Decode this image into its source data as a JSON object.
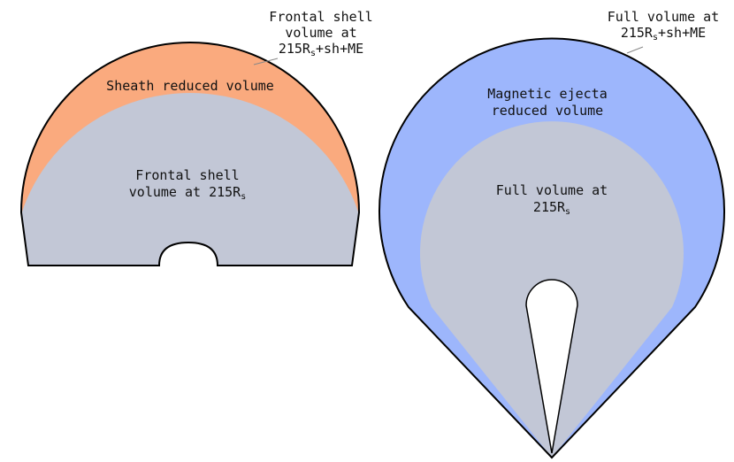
{
  "colors": {
    "sheath": "#FAAA7E",
    "ejecta": "#9DB6FC",
    "core": "#C2C7D6",
    "outline": "#000000",
    "leader": "#888888"
  },
  "left_diagram": {
    "callout_line1": "Frontal shell",
    "callout_line2": "volume at",
    "callout_line3_main": "215R",
    "callout_line3_sub": "s",
    "callout_line3_tail": "+sh+ME",
    "sheath_label": "Sheath reduced volume",
    "core_line1": "Frontal shell",
    "core_line2_main": "volume at 215R",
    "core_line2_sub": "s"
  },
  "right_diagram": {
    "callout_line1": "Full volume at",
    "callout_line2_main": "215R",
    "callout_line2_sub": "s",
    "callout_line2_tail": "+sh+ME",
    "ejecta_line1": "Magnetic ejecta",
    "ejecta_line2": "reduced volume",
    "core_line1": "Full volume at",
    "core_line2_main": "215R",
    "core_line2_sub": "s"
  }
}
